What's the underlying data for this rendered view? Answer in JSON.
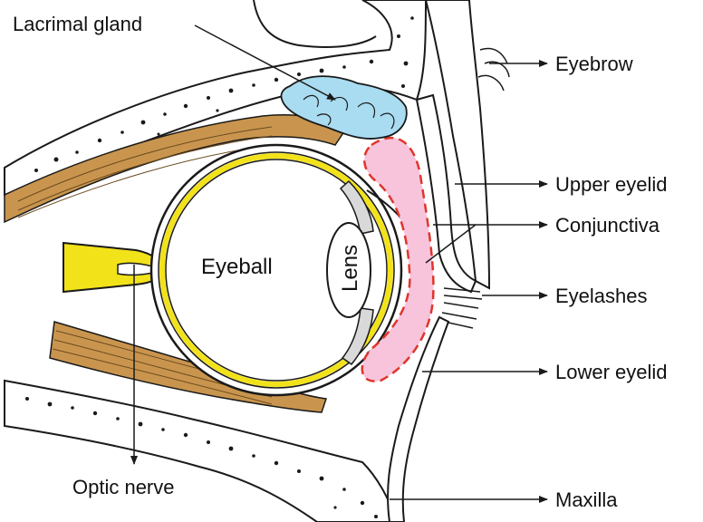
{
  "labels": {
    "lacrimal_gland": "Lacrimal gland",
    "eyebrow": "Eyebrow",
    "upper_eyelid": "Upper eyelid",
    "conjunctiva": "Conjunctiva",
    "eyelashes": "Eyelashes",
    "lower_eyelid": "Lower eyelid",
    "maxilla": "Maxilla",
    "optic_nerve": "Optic nerve",
    "eyeball": "Eyeball",
    "lens": "Lens"
  },
  "colors": {
    "lacrimal_gland": "#a9dcf0",
    "conjunctiva_fill": "#f7c4dc",
    "conjunctiva_outline": "#e0352b",
    "retina": "#f2e21a",
    "optic_nerve": "#f2e21a",
    "muscle": "#c9954e",
    "line": "#1a1a1a"
  }
}
